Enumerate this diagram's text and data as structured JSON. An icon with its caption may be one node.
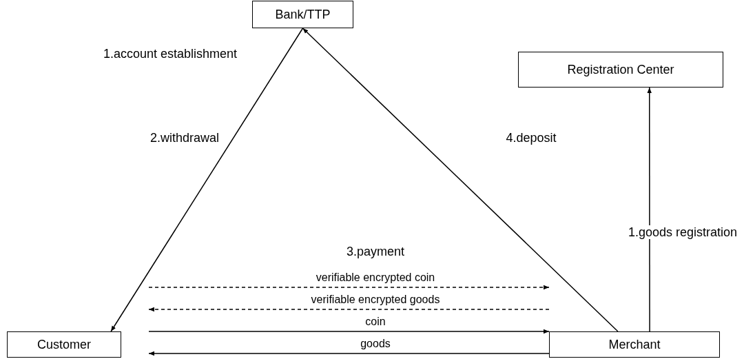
{
  "diagram": {
    "nodes": [
      {
        "text": [
          "Bank/TTP"
        ]
      },
      {
        "text": [
          "Registration Center"
        ]
      },
      {
        "text": [
          "Customer"
        ]
      },
      {
        "text": [
          "Merchant"
        ]
      }
    ],
    "edges": [
      {
        "from": 0,
        "to": 2,
        "arrow": "to",
        "label": "2.withdrawal"
      },
      {
        "from": 3,
        "to": 0,
        "arrow": "to",
        "label": "4.deposit"
      },
      {
        "from": 3,
        "to": 1,
        "arrow": "to",
        "label": "1.goods registration"
      },
      {
        "from": 2,
        "to": 3,
        "arrow": "to",
        "label": "verifiable encrypted coin",
        "style": "dashed"
      },
      {
        "from": 3,
        "to": 2,
        "arrow": "to",
        "label": "verifiable encrypted goods",
        "style": "dashed"
      },
      {
        "from": 2,
        "to": 3,
        "arrow": "to",
        "label": "coin"
      },
      {
        "from": 3,
        "to": 2,
        "arrow": "to",
        "label": "goods"
      }
    ],
    "labels": [
      "1.account establishment",
      "3.payment"
    ]
  }
}
